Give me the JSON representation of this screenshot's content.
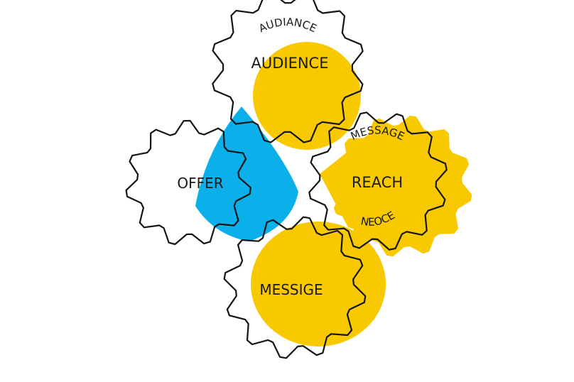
{
  "labels": {
    "audience_arc": "AUDIANCE",
    "audience": "AUDIENCE",
    "offer": "OFFER",
    "reach_arc_top": "MESSAGE",
    "reach": "REACH",
    "reach_arc_bottom": "NEOCE",
    "message": "MESSIGE"
  },
  "colors": {
    "yellow": "#f9c900",
    "blue": "#0bb0ea",
    "stroke": "#151515"
  }
}
